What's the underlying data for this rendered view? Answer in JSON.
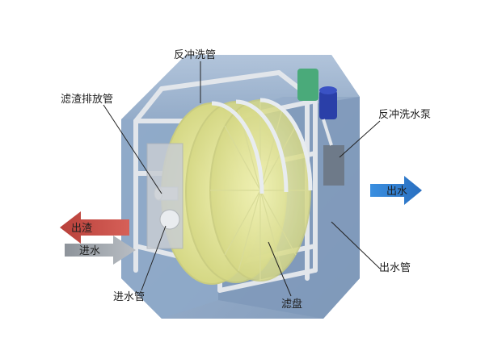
{
  "labels": {
    "backwash_pipe": "反冲洗管",
    "sludge_discharge_pipe": "滤渣排放管",
    "backwash_pump": "反冲洗水泵",
    "water_out": "出水",
    "sludge_out": "出渣",
    "water_in": "进水",
    "inlet_pipe": "进水管",
    "filter_disc": "滤盘",
    "outlet_pipe": "出水管"
  },
  "colors": {
    "housing": "#8aa4c4",
    "frame": "#d8dde3",
    "disc": "#e6e79a",
    "pump": "#2a3fa8",
    "motor": "#4aaa7a",
    "arrow_out_water": "#3b86d4",
    "arrow_out_sludge": "#c8504a",
    "arrow_in": "#9aa0a6"
  }
}
